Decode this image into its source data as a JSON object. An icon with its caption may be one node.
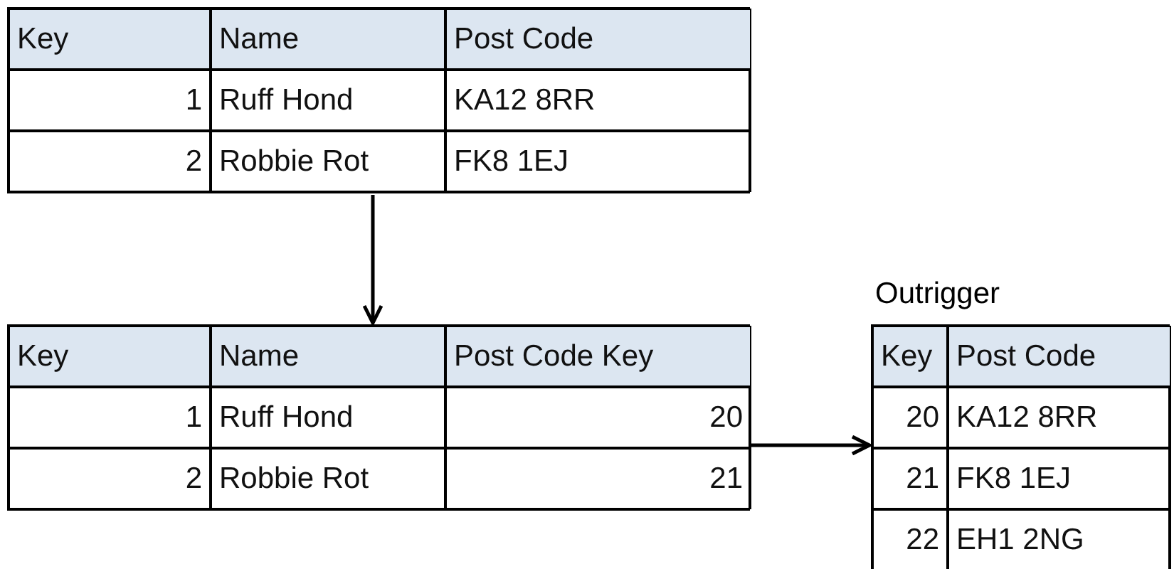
{
  "diagram": {
    "nodes": [
      {
        "text": [
          "Key",
          "Name",
          "Post Code",
          "1",
          "Ruff Hond",
          "KA12 8RR",
          "2",
          "Robbie Rot",
          "FK8 1EJ"
        ]
      },
      {
        "text": [
          "Key",
          "Name",
          "Post Code Key",
          "1",
          "Ruff Hond",
          "20",
          "2",
          "Robbie Rot",
          "21"
        ]
      },
      {
        "text": [
          "Outrigger",
          "Key",
          "Post Code",
          "20",
          "KA12 8RR",
          "21",
          "FK8 1EJ",
          "22",
          "EH1 2NG"
        ]
      }
    ],
    "edges": [
      {
        "from": 0,
        "to": 1,
        "arrow": "to"
      },
      {
        "from": 1,
        "to": 2,
        "arrow": "to"
      }
    ]
  }
}
